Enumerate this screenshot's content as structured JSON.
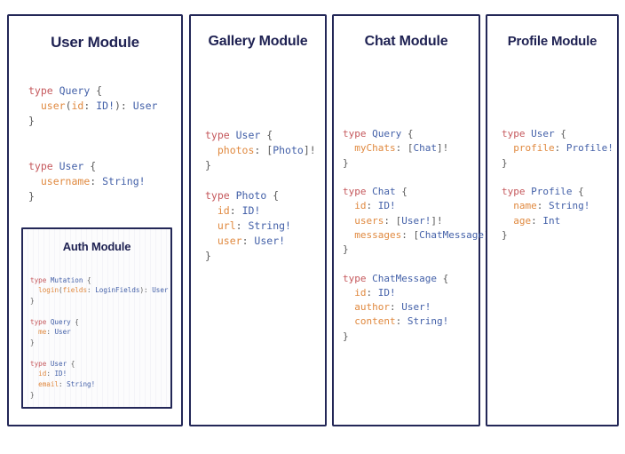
{
  "page": {
    "background": "#ffffff",
    "border_color": "#232757",
    "title_color": "#1e2152",
    "token_colors": {
      "keyword": "#c5585c",
      "type_name": "#4360a8",
      "field_name": "#e0893f",
      "punctuation": "#5a5a5a"
    }
  },
  "panels": [
    {
      "id": "user",
      "title": "User Module",
      "code_lines": [
        [
          {
            "t": "type ",
            "c": "k"
          },
          {
            "t": "Query",
            "c": "tn"
          },
          {
            "t": " {",
            "c": "p"
          }
        ],
        [
          {
            "t": "  ",
            "c": "p"
          },
          {
            "t": "user",
            "c": "f"
          },
          {
            "t": "(",
            "c": "p"
          },
          {
            "t": "id",
            "c": "f"
          },
          {
            "t": ": ",
            "c": "p"
          },
          {
            "t": "ID!",
            "c": "tn"
          },
          {
            "t": "): ",
            "c": "p"
          },
          {
            "t": "User",
            "c": "tn"
          }
        ],
        [
          {
            "t": "}",
            "c": "p"
          }
        ],
        [
          {
            "t": "",
            "c": "p"
          }
        ],
        [
          {
            "t": "",
            "c": "p"
          }
        ],
        [
          {
            "t": "type ",
            "c": "k"
          },
          {
            "t": "User",
            "c": "tn"
          },
          {
            "t": " {",
            "c": "p"
          }
        ],
        [
          {
            "t": "  ",
            "c": "p"
          },
          {
            "t": "username",
            "c": "f"
          },
          {
            "t": ": ",
            "c": "p"
          },
          {
            "t": "String!",
            "c": "tn"
          }
        ],
        [
          {
            "t": "}",
            "c": "p"
          }
        ]
      ]
    },
    {
      "id": "gallery",
      "title": "Gallery Module",
      "code_lines": [
        [
          {
            "t": "type ",
            "c": "k"
          },
          {
            "t": "User",
            "c": "tn"
          },
          {
            "t": " {",
            "c": "p"
          }
        ],
        [
          {
            "t": "  ",
            "c": "p"
          },
          {
            "t": "photos",
            "c": "f"
          },
          {
            "t": ": ",
            "c": "p"
          },
          {
            "t": "[",
            "c": "p"
          },
          {
            "t": "Photo",
            "c": "tn"
          },
          {
            "t": "]!",
            "c": "p"
          }
        ],
        [
          {
            "t": "}",
            "c": "p"
          }
        ],
        [
          {
            "t": "",
            "c": "p"
          }
        ],
        [
          {
            "t": "type ",
            "c": "k"
          },
          {
            "t": "Photo",
            "c": "tn"
          },
          {
            "t": " {",
            "c": "p"
          }
        ],
        [
          {
            "t": "  ",
            "c": "p"
          },
          {
            "t": "id",
            "c": "f"
          },
          {
            "t": ": ",
            "c": "p"
          },
          {
            "t": "ID!",
            "c": "tn"
          }
        ],
        [
          {
            "t": "  ",
            "c": "p"
          },
          {
            "t": "url",
            "c": "f"
          },
          {
            "t": ": ",
            "c": "p"
          },
          {
            "t": "String!",
            "c": "tn"
          }
        ],
        [
          {
            "t": "  ",
            "c": "p"
          },
          {
            "t": "user",
            "c": "f"
          },
          {
            "t": ": ",
            "c": "p"
          },
          {
            "t": "User!",
            "c": "tn"
          }
        ],
        [
          {
            "t": "}",
            "c": "p"
          }
        ]
      ]
    },
    {
      "id": "chat",
      "title": "Chat Module",
      "code_lines": [
        [
          {
            "t": "type ",
            "c": "k"
          },
          {
            "t": "Query",
            "c": "tn"
          },
          {
            "t": " {",
            "c": "p"
          }
        ],
        [
          {
            "t": "  ",
            "c": "p"
          },
          {
            "t": "myChats",
            "c": "f"
          },
          {
            "t": ": ",
            "c": "p"
          },
          {
            "t": "[",
            "c": "p"
          },
          {
            "t": "Chat",
            "c": "tn"
          },
          {
            "t": "]!",
            "c": "p"
          }
        ],
        [
          {
            "t": "}",
            "c": "p"
          }
        ],
        [
          {
            "t": "",
            "c": "p"
          }
        ],
        [
          {
            "t": "type ",
            "c": "k"
          },
          {
            "t": "Chat",
            "c": "tn"
          },
          {
            "t": " {",
            "c": "p"
          }
        ],
        [
          {
            "t": "  ",
            "c": "p"
          },
          {
            "t": "id",
            "c": "f"
          },
          {
            "t": ": ",
            "c": "p"
          },
          {
            "t": "ID!",
            "c": "tn"
          }
        ],
        [
          {
            "t": "  ",
            "c": "p"
          },
          {
            "t": "users",
            "c": "f"
          },
          {
            "t": ": ",
            "c": "p"
          },
          {
            "t": "[",
            "c": "p"
          },
          {
            "t": "User!",
            "c": "tn"
          },
          {
            "t": "]!",
            "c": "p"
          }
        ],
        [
          {
            "t": "  ",
            "c": "p"
          },
          {
            "t": "messages",
            "c": "f"
          },
          {
            "t": ": ",
            "c": "p"
          },
          {
            "t": "[",
            "c": "p"
          },
          {
            "t": "ChatMessage",
            "c": "tn"
          },
          {
            "t": "]!",
            "c": "p"
          }
        ],
        [
          {
            "t": "}",
            "c": "p"
          }
        ],
        [
          {
            "t": "",
            "c": "p"
          }
        ],
        [
          {
            "t": "type ",
            "c": "k"
          },
          {
            "t": "ChatMessage",
            "c": "tn"
          },
          {
            "t": " {",
            "c": "p"
          }
        ],
        [
          {
            "t": "  ",
            "c": "p"
          },
          {
            "t": "id",
            "c": "f"
          },
          {
            "t": ": ",
            "c": "p"
          },
          {
            "t": "ID!",
            "c": "tn"
          }
        ],
        [
          {
            "t": "  ",
            "c": "p"
          },
          {
            "t": "author",
            "c": "f"
          },
          {
            "t": ": ",
            "c": "p"
          },
          {
            "t": "User!",
            "c": "tn"
          }
        ],
        [
          {
            "t": "  ",
            "c": "p"
          },
          {
            "t": "content",
            "c": "f"
          },
          {
            "t": ": ",
            "c": "p"
          },
          {
            "t": "String!",
            "c": "tn"
          }
        ],
        [
          {
            "t": "}",
            "c": "p"
          }
        ]
      ]
    },
    {
      "id": "profile",
      "title": "Profile Module",
      "code_lines": [
        [
          {
            "t": "type ",
            "c": "k"
          },
          {
            "t": "User",
            "c": "tn"
          },
          {
            "t": " {",
            "c": "p"
          }
        ],
        [
          {
            "t": "  ",
            "c": "p"
          },
          {
            "t": "profile",
            "c": "f"
          },
          {
            "t": ": ",
            "c": "p"
          },
          {
            "t": "Profile!",
            "c": "tn"
          }
        ],
        [
          {
            "t": "}",
            "c": "p"
          }
        ],
        [
          {
            "t": "",
            "c": "p"
          }
        ],
        [
          {
            "t": "type ",
            "c": "k"
          },
          {
            "t": "Profile",
            "c": "tn"
          },
          {
            "t": " {",
            "c": "p"
          }
        ],
        [
          {
            "t": "  ",
            "c": "p"
          },
          {
            "t": "name",
            "c": "f"
          },
          {
            "t": ": ",
            "c": "p"
          },
          {
            "t": "String!",
            "c": "tn"
          }
        ],
        [
          {
            "t": "  ",
            "c": "p"
          },
          {
            "t": "age",
            "c": "f"
          },
          {
            "t": ": ",
            "c": "p"
          },
          {
            "t": "Int",
            "c": "tn"
          }
        ],
        [
          {
            "t": "}",
            "c": "p"
          }
        ]
      ]
    }
  ],
  "nested_panels": [
    {
      "id": "auth",
      "parent": "user",
      "title": "Auth Module",
      "code_lines": [
        [
          {
            "t": "type ",
            "c": "k"
          },
          {
            "t": "Mutation",
            "c": "tn"
          },
          {
            "t": " {",
            "c": "p"
          }
        ],
        [
          {
            "t": "  ",
            "c": "p"
          },
          {
            "t": "login",
            "c": "f"
          },
          {
            "t": "(",
            "c": "p"
          },
          {
            "t": "fields",
            "c": "f"
          },
          {
            "t": ": ",
            "c": "p"
          },
          {
            "t": "LoginFields",
            "c": "tn"
          },
          {
            "t": "): ",
            "c": "p"
          },
          {
            "t": "User",
            "c": "tn"
          }
        ],
        [
          {
            "t": "}",
            "c": "p"
          }
        ],
        [
          {
            "t": "",
            "c": "p"
          }
        ],
        [
          {
            "t": "type ",
            "c": "k"
          },
          {
            "t": "Query",
            "c": "tn"
          },
          {
            "t": " {",
            "c": "p"
          }
        ],
        [
          {
            "t": "  ",
            "c": "p"
          },
          {
            "t": "me",
            "c": "f"
          },
          {
            "t": ": ",
            "c": "p"
          },
          {
            "t": "User",
            "c": "tn"
          }
        ],
        [
          {
            "t": "}",
            "c": "p"
          }
        ],
        [
          {
            "t": "",
            "c": "p"
          }
        ],
        [
          {
            "t": "type ",
            "c": "k"
          },
          {
            "t": "User",
            "c": "tn"
          },
          {
            "t": " {",
            "c": "p"
          }
        ],
        [
          {
            "t": "  ",
            "c": "p"
          },
          {
            "t": "id",
            "c": "f"
          },
          {
            "t": ": ",
            "c": "p"
          },
          {
            "t": "ID!",
            "c": "tn"
          }
        ],
        [
          {
            "t": "  ",
            "c": "p"
          },
          {
            "t": "email",
            "c": "f"
          },
          {
            "t": ": ",
            "c": "p"
          },
          {
            "t": "String!",
            "c": "tn"
          }
        ],
        [
          {
            "t": "}",
            "c": "p"
          }
        ]
      ]
    }
  ]
}
